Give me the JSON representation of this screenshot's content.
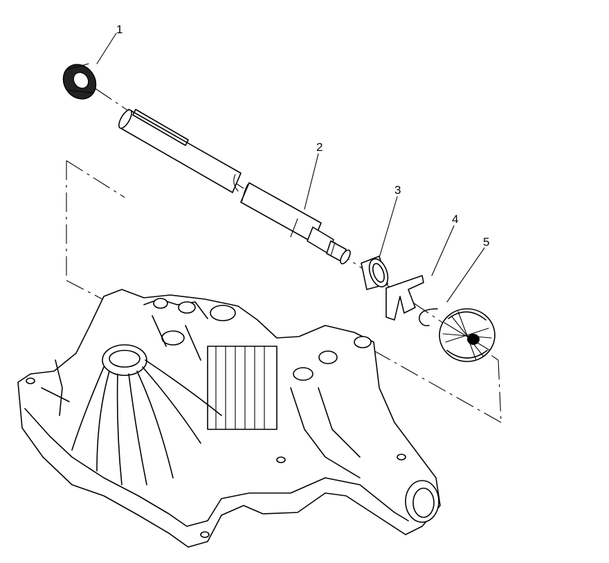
{
  "diagram": {
    "callouts": [
      {
        "id": "part-1",
        "label": "1"
      },
      {
        "id": "part-2",
        "label": "2"
      },
      {
        "id": "part-3",
        "label": "3"
      },
      {
        "id": "part-4",
        "label": "4"
      },
      {
        "id": "part-5",
        "label": "5"
      }
    ]
  }
}
